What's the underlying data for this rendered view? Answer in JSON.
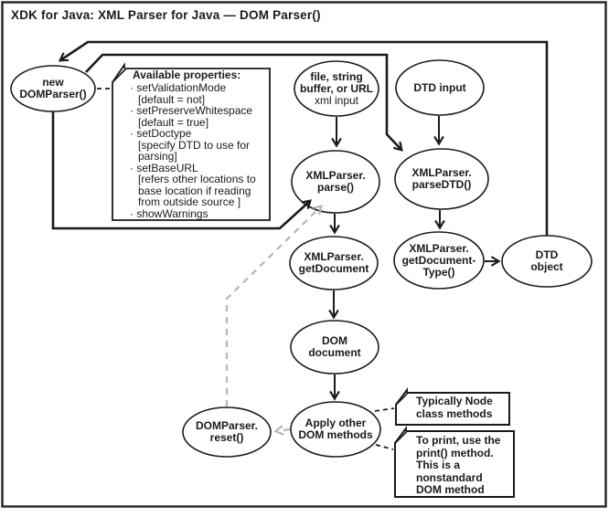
{
  "title": "XDK for Java: XML Parser for Java — DOM Parser()",
  "nodes": {
    "new_domparser": "new\nDOMParser()",
    "xml_input_main": "file, string\nbuffer, or URL",
    "xml_input_sub": "xml input",
    "dtd_input": "DTD input",
    "parse": "XMLParser.\nparse()",
    "parse_dtd": "XMLParser.\nparseDTD()",
    "get_document": "XMLParser.\ngetDocument",
    "get_document_type": "XMLParser.\ngetDocument-\nType()",
    "dtd_object": "DTD\nobject",
    "dom_document": "DOM\ndocument",
    "domparser_reset": "DOMParser.\nreset()",
    "apply_dom_methods": "Apply other\nDOM methods"
  },
  "properties_note": {
    "heading": "Available properties:",
    "items": [
      "· setValidationMode\n[default = not]",
      "· setPreserveWhitespace\n[default = true]",
      "· setDoctype\n[specify DTD to use for\nparsing]",
      "· setBaseURL\n[refers other locations to\nbase location if reading\nfrom outside source ]",
      "· showWarnings"
    ]
  },
  "notes": {
    "node_methods": "Typically Node\nclass methods",
    "print_method": "To print, use the\nprint() method.\nThis is a\nnonstandard\nDOM method"
  },
  "colors": {
    "line": "#1a1a1a",
    "muted_line": "#b5b5b5",
    "background": "#ffffff"
  }
}
